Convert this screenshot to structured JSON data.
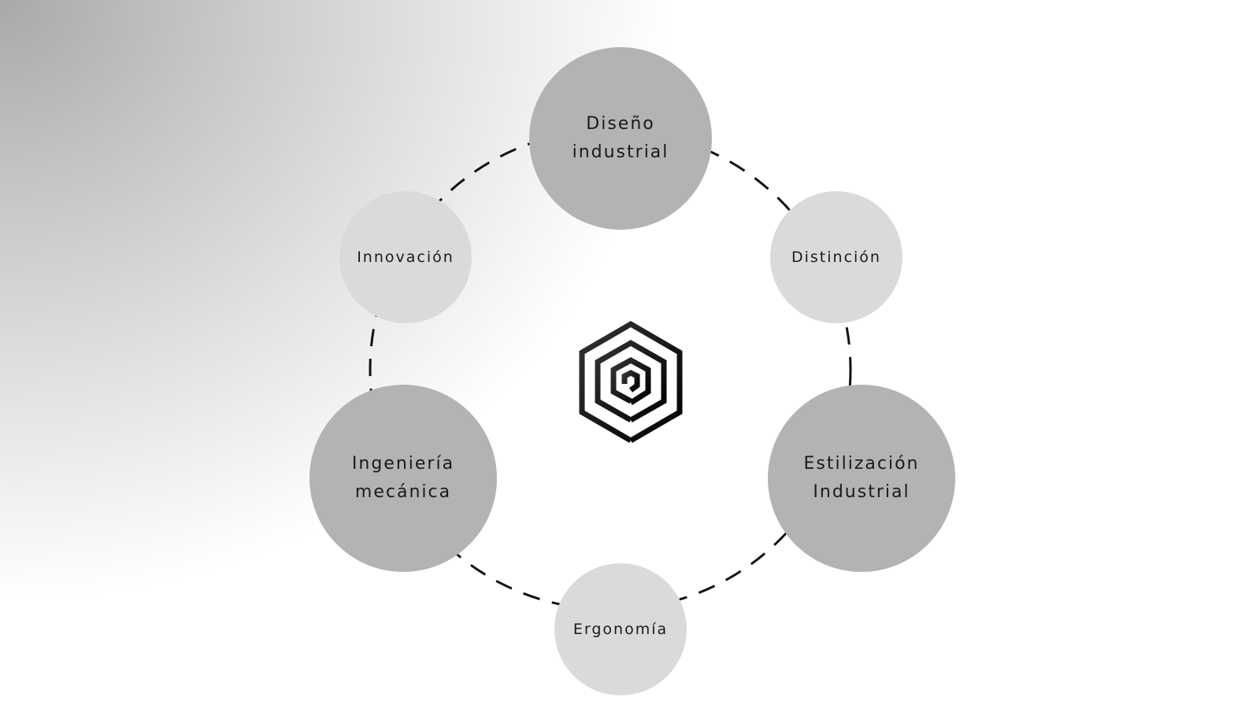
{
  "nodes": [
    {
      "id": "diseno-industrial",
      "lines": [
        "Diseño",
        "industrial"
      ],
      "size": "large"
    },
    {
      "id": "distincion",
      "lines": [
        "Distinción"
      ],
      "size": "small"
    },
    {
      "id": "estilizacion-industrial",
      "lines": [
        "Estilización",
        "Industrial"
      ],
      "size": "large"
    },
    {
      "id": "ergonomia",
      "lines": [
        "Ergonomía"
      ],
      "size": "small"
    },
    {
      "id": "ingenieria-mecanica",
      "lines": [
        "Ingeniería",
        "mecánica"
      ],
      "size": "large"
    },
    {
      "id": "innovacion",
      "lines": [
        "Innovación"
      ],
      "size": "small"
    }
  ],
  "center_icon": "hexagon-spiral-logo-icon",
  "connector_style": "dashed",
  "colors": {
    "large_node": "#b3b3b3",
    "small_node": "#dadada",
    "text": "#1a1a1a",
    "connector": "#111111",
    "logo": "#111111"
  }
}
